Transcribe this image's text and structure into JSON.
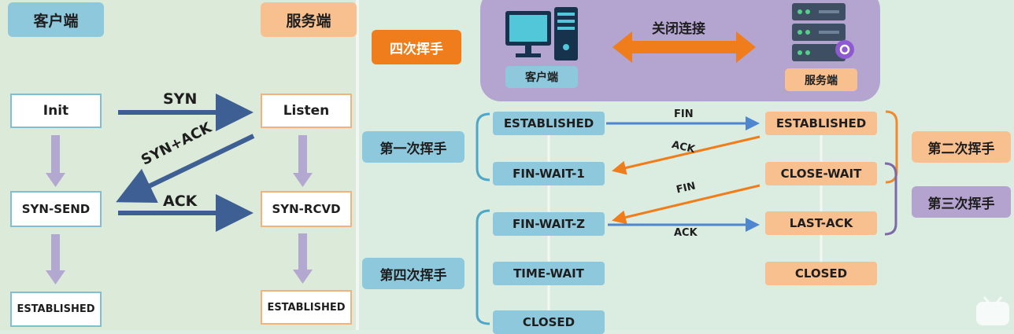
{
  "left": {
    "client_header": "客户端",
    "server_header": "服务端",
    "client_states": [
      "Init",
      "SYN-SEND",
      "ESTABLISHED"
    ],
    "server_states": [
      "Listen",
      "SYN-RCVD",
      "ESTABLISHED"
    ],
    "arrows": {
      "syn": "SYN",
      "syn_ack": "SYN+ACK",
      "ack": "ACK"
    }
  },
  "right": {
    "title_tag": "四次挥手",
    "banner": {
      "label": "关闭连接",
      "client_caption": "客户端",
      "server_caption": "服务端"
    },
    "client_states": [
      "ESTABLISHED",
      "FIN-WAIT-1",
      "FIN-WAIT-Z",
      "TIME-WAIT",
      "CLOSED"
    ],
    "server_states": [
      "ESTABLISHED",
      "CLOSE-WAIT",
      "LAST-ACK",
      "CLOSED"
    ],
    "step_labels": {
      "first": "第一次挥手",
      "second": "第二次挥手",
      "third": "第三次挥手",
      "fourth": "第四次挥手"
    },
    "arrows": {
      "fin1": "FIN",
      "ack1": "ACK",
      "fin2": "FIN",
      "ack2": "ACK"
    }
  },
  "colors": {
    "blue_box": "#8ec8dc",
    "orange_box": "#f9c08f",
    "purple_box": "#b5a3cf",
    "accent_orange": "#ef7d1c",
    "arrow_navy": "#3d5f93",
    "arrow_blue": "#4e86d0"
  },
  "icons": [
    "computer-icon",
    "server-icon",
    "gear-icon",
    "double-arrow-icon",
    "video-watermark-icon"
  ]
}
